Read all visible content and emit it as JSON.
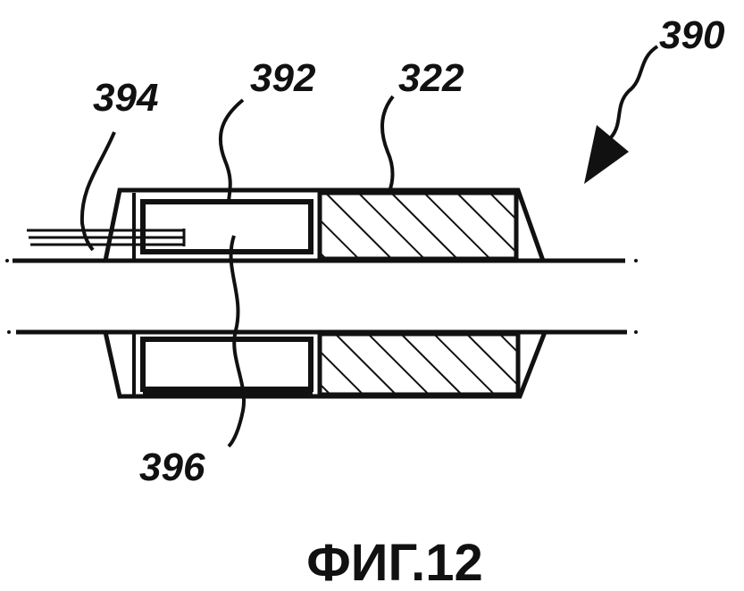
{
  "figure": {
    "caption": "ФИГ.12",
    "labels": {
      "assembly": "390",
      "ring": "392",
      "wire": "394",
      "coil": "396",
      "hatched_part": "322"
    },
    "colors": {
      "ink": "#111111",
      "background": "#ffffff"
    }
  }
}
